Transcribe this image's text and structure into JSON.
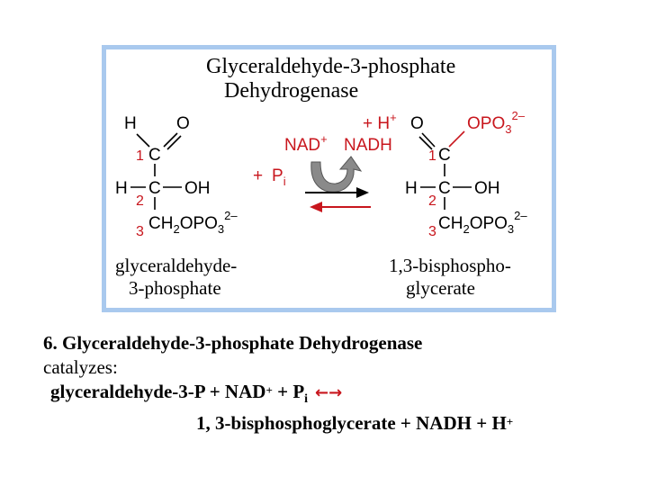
{
  "figure": {
    "title_line1": "Glyceraldehyde-3-phosphate",
    "title_line2": "Dehydrogenase",
    "left_molecule": {
      "h_top": "H",
      "o_top": "O",
      "c1_num": "1",
      "c1": "C",
      "h_mid": "H",
      "c2_num": "2",
      "c2": "C",
      "oh": "OH",
      "c3_num": "3",
      "ch2opo3": "CH",
      "ch2_sub": "2",
      "opo": "OPO",
      "po3_sub": "3",
      "charge": "2–",
      "name_line1": "glyceraldehyde-",
      "name_line2": "3-phosphate"
    },
    "right_molecule": {
      "o_top": "O",
      "opo3": "OPO",
      "opo3_sub": "3",
      "opo3_charge": "2–",
      "c1_num": "1",
      "c1": "C",
      "h_mid": "H",
      "c2_num": "2",
      "c2": "C",
      "oh": "OH",
      "c3_num": "3",
      "ch2": "CH",
      "ch2_sub": "2",
      "opo": "OPO",
      "po3_sub": "3",
      "charge": "2–",
      "name_line1": "1,3-bisphospho-",
      "name_line2": "glycerate"
    },
    "middle": {
      "nad": "NAD",
      "nad_charge": "+",
      "nadh": "NADH",
      "h_plus": "+ H",
      "h_plus_charge": "+",
      "pi_plus": "+",
      "pi": "P",
      "pi_sub": "i"
    },
    "colors": {
      "frame": "#a9c9ee",
      "accent_red": "#c8161d",
      "arrow_grey": "#8a8a8a"
    }
  },
  "caption": {
    "title": "6. Glyceraldehyde-3-phosphate Dehydrogenase",
    "line2": "catalyzes:",
    "eq1_a": "glyceraldehyde-3-P + NAD",
    "eq1_sup": "+",
    "eq1_b": " + P",
    "eq1_sub": "i",
    "eq1_arrow": "←→",
    "eq2_a": "1, 3-bisphosphoglycerate + NADH + H",
    "eq2_sup": "+"
  }
}
